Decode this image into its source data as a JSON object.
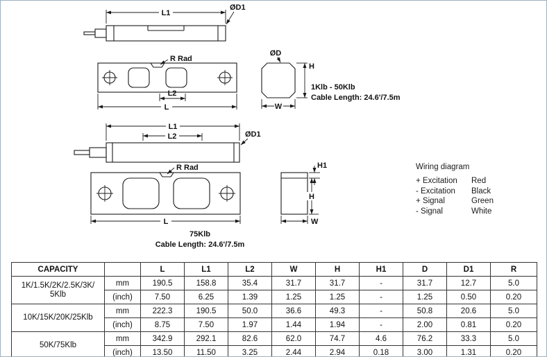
{
  "drawings": {
    "small": {
      "l1": "L1",
      "od1": "ØD1",
      "r_rad": "R Rad",
      "l2": "L2",
      "l": "L",
      "od": "ØD",
      "h": "H",
      "w": "W",
      "range_label": "1Klb - 50Klb",
      "cable_label": "Cable Length: 24.6'/7.5m"
    },
    "large": {
      "l1": "L1",
      "l2": "L2",
      "od1": "ØD1",
      "r_rad": "R Rad",
      "l": "L",
      "h1": "H1",
      "h": "H",
      "w": "W",
      "range_label": "75Klb",
      "cable_label": "Cable Length: 24.6'/7.5m"
    },
    "wiring": {
      "title": "Wiring diagram",
      "rows": [
        {
          "label": "+ Excitation",
          "color": "Red"
        },
        {
          "label": "- Excitation",
          "color": "Black"
        },
        {
          "label": "+ Signal",
          "color": "Green"
        },
        {
          "label": "- Signal",
          "color": "White"
        }
      ]
    }
  },
  "table": {
    "headers": {
      "capacity": "CAPACITY",
      "unit": "",
      "cols": [
        "L",
        "L1",
        "L2",
        "W",
        "H",
        "H1",
        "D",
        "D1",
        "R"
      ]
    },
    "units": {
      "mm": "mm",
      "inch": "(inch)"
    },
    "groups": [
      {
        "capacity_line1": "1K/1.5K/2K/2.5K/3K/",
        "capacity_line2": "5Klb",
        "mm": [
          "190.5",
          "158.8",
          "35.4",
          "31.7",
          "31.7",
          "-",
          "31.7",
          "12.7",
          "5.0"
        ],
        "inch": [
          "7.50",
          "6.25",
          "1.39",
          "1.25",
          "1.25",
          "-",
          "1.25",
          "0.50",
          "0.20"
        ]
      },
      {
        "capacity_line1": "10K/15K/20K/25Klb",
        "capacity_line2": "",
        "mm": [
          "222.3",
          "190.5",
          "50.0",
          "36.6",
          "49.3",
          "-",
          "50.8",
          "20.6",
          "5.0"
        ],
        "inch": [
          "8.75",
          "7.50",
          "1.97",
          "1.44",
          "1.94",
          "-",
          "2.00",
          "0.81",
          "0.20"
        ]
      },
      {
        "capacity_line1": "50K/75Klb",
        "capacity_line2": "",
        "mm": [
          "342.9",
          "292.1",
          "82.6",
          "62.0",
          "74.7",
          "4.6",
          "76.2",
          "33.3",
          "5.0"
        ],
        "inch": [
          "13.50",
          "11.50",
          "3.25",
          "2.44",
          "2.94",
          "0.18",
          "3.00",
          "1.31",
          "0.20"
        ]
      }
    ]
  }
}
